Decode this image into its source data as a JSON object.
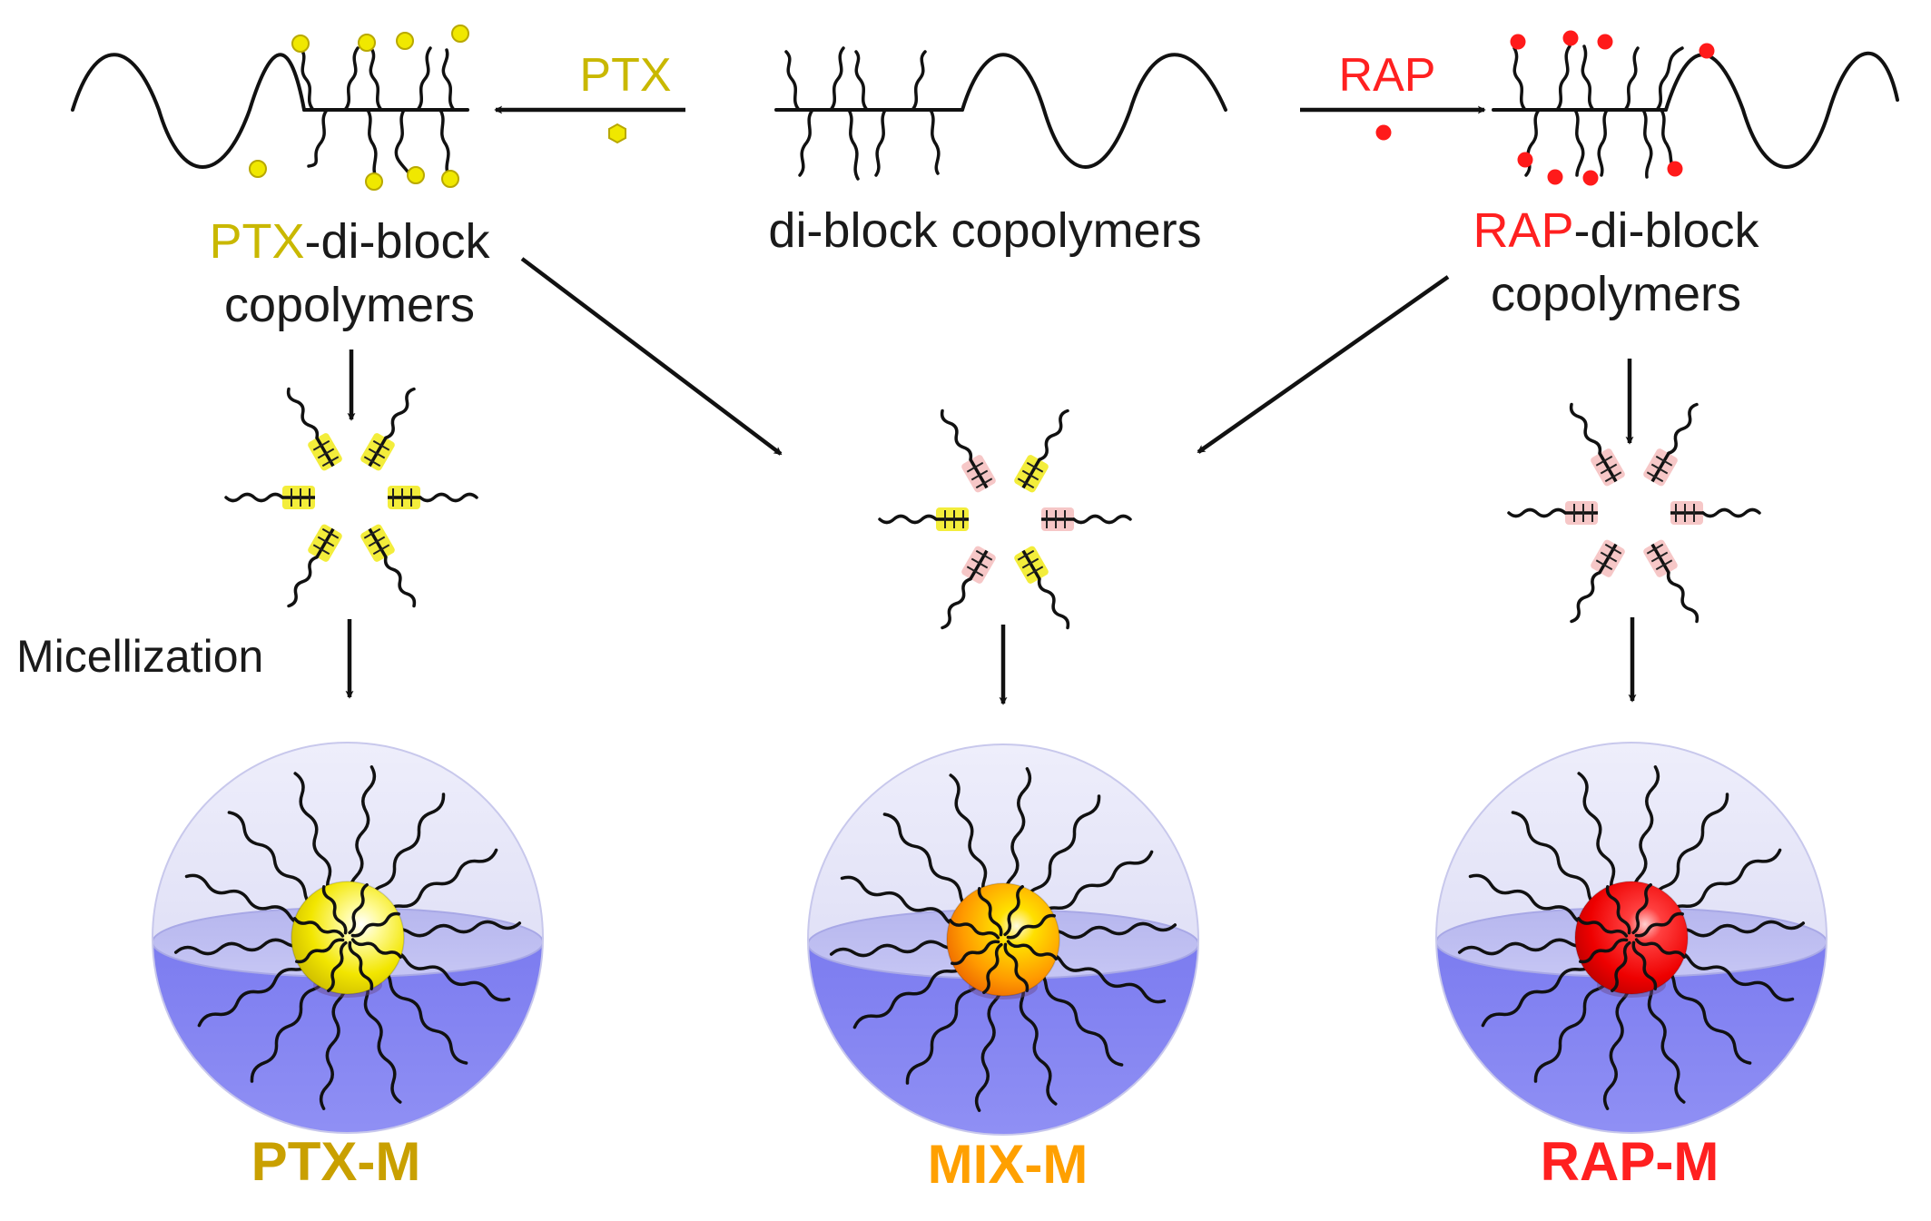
{
  "labels": {
    "ptx_arrow": "PTX",
    "rap_arrow": "RAP",
    "diblock": "di-block copolymers",
    "ptx_diblock_prefix": "PTX",
    "ptx_diblock_suffix": "-di-block",
    "ptx_diblock_line2": "copolymers",
    "rap_diblock_prefix": "RAP",
    "rap_diblock_suffix": "-di-block",
    "rap_diblock_line2": "copolymers",
    "micellization": "Micellization",
    "ptx_m": "PTX-M",
    "mix_m": "MIX-M",
    "rap_m": "RAP-M"
  },
  "colors": {
    "ptx": "#e8e000",
    "ptx_label": "#c9b800",
    "ptx_m_label": "#c9a000",
    "rap": "#ff1a1a",
    "rap_label": "#ff2020",
    "mix_label": "#ffa000",
    "mix_core": "#ff9a00",
    "shell_top": "#d8d8f4",
    "shell_bottom": "#8080f0",
    "rap_patch": "#f6c4c4",
    "ptx_patch": "#f2ec30"
  }
}
